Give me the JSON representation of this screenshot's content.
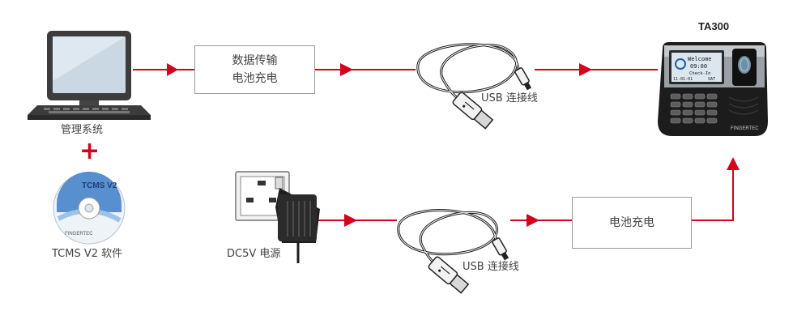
{
  "computer": {
    "label": "管理系统"
  },
  "software": {
    "label": "TCMS V2 软件",
    "cd_title": "TCMS V2",
    "cd_brand": "FINGERTEC"
  },
  "power": {
    "label": "DC5V 电源"
  },
  "box_top": {
    "line1": "数据传输",
    "line2": "电池充电"
  },
  "box_bottom": {
    "line1": "电池充电"
  },
  "usb_top": {
    "label": "USB 连接线"
  },
  "usb_bottom": {
    "label": "USB 连接线"
  },
  "device": {
    "title": "TA300",
    "screen_line1": "Welcome",
    "screen_line2": "09:00",
    "screen_line3": "Check-In",
    "screen_date": "11-01-01",
    "screen_day": "SAT",
    "brand": "FINGERTEC"
  },
  "colors": {
    "arrow": "#d4001c"
  }
}
